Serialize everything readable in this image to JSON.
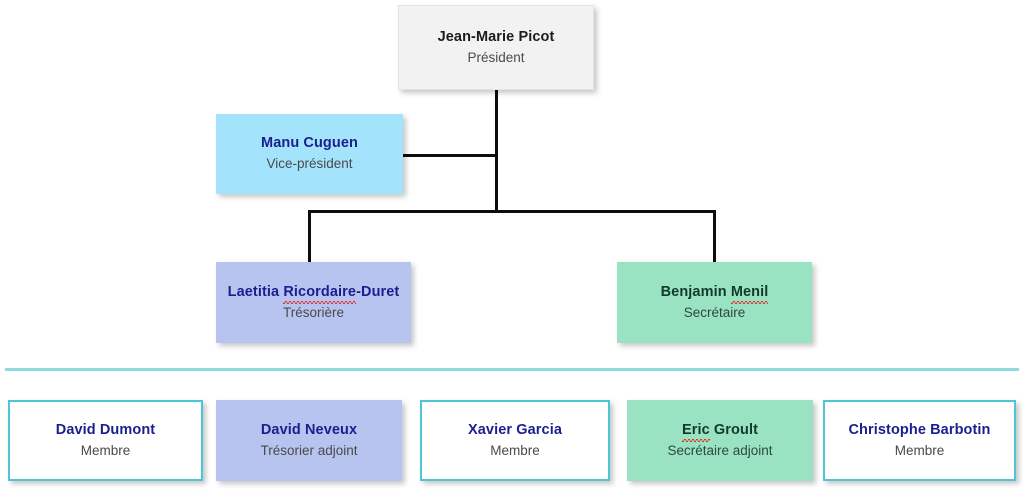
{
  "diagram": {
    "type": "org-chart",
    "title_text": "",
    "colors": {
      "president_fill": "#f2f2f2",
      "vice_president_fill": "#a3e3fc",
      "treasurer_fill": "#b8c4f0",
      "secretary_fill": "#9ae3c2",
      "member_fill": "#ffffff",
      "member_border": "#4cc5d4",
      "divider": "#8ddbe0",
      "connector": "#0d0d0d",
      "name_text": "#1a1f8f",
      "role_text": "#4a4a4a",
      "spellcheck_underline": "#e03030"
    },
    "hierarchy": [
      {
        "id": "president",
        "name": "Jean-Marie Picot",
        "role": "Président",
        "theme": "grey",
        "level": 1,
        "spellcheck_word": ""
      },
      {
        "id": "vice-president",
        "name": "Manu Cuguen",
        "role": "Vice-président",
        "theme": "sky",
        "level": 2,
        "spellcheck_word": ""
      },
      {
        "id": "treasurer",
        "name_prefix": "Laetitia ",
        "name_flagged": "Ricordaire",
        "name_suffix": "-Duret",
        "name": "Laetitia Ricordaire-Duret",
        "role": "Trésorière",
        "theme": "peri",
        "level": 3,
        "spellcheck_word": "Ricordaire"
      },
      {
        "id": "secretary",
        "name_prefix": "Benjamin ",
        "name_flagged": "Menil",
        "name_suffix": "",
        "name": "Benjamin Menil",
        "role": "Secrétaire",
        "theme": "mint",
        "level": 3,
        "spellcheck_word": "Menil"
      }
    ],
    "members": [
      {
        "id": "member-david-dumont",
        "name": "David Dumont",
        "role": "Membre",
        "theme": "white",
        "spellcheck_word": ""
      },
      {
        "id": "member-david-neveux",
        "name": "David Neveux",
        "role": "Trésorier adjoint",
        "theme": "peri",
        "spellcheck_word": ""
      },
      {
        "id": "member-xavier-garcia",
        "name": "Xavier Garcia",
        "role": "Membre",
        "theme": "white",
        "spellcheck_word": ""
      },
      {
        "id": "member-eric-groult",
        "name_prefix": "",
        "name_flagged": "Eric",
        "name_suffix": " Groult",
        "name": "Eric Groult",
        "role": "Secrétaire adjoint",
        "theme": "mint",
        "spellcheck_word": "Eric"
      },
      {
        "id": "member-christophe-barbotin",
        "name": "Christophe Barbotin",
        "role": "Membre",
        "theme": "white",
        "spellcheck_word": ""
      }
    ]
  }
}
